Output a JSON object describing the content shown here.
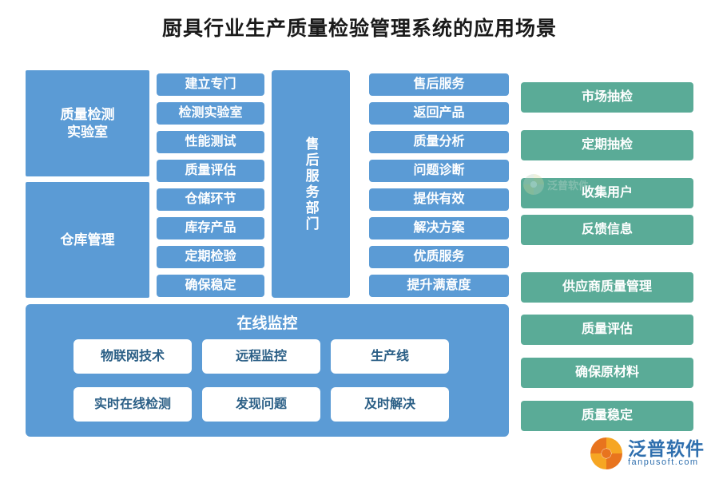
{
  "title": "厨具行业生产质量检验管理系统的应用场景",
  "colors": {
    "blue": "#5b9bd5",
    "green": "#5aab97",
    "title_text": "#1a1a1a",
    "white": "#ffffff"
  },
  "column1": {
    "head1": "质量检测\n实验室",
    "head2": "仓库管理"
  },
  "column2": {
    "items": [
      "建立专门",
      "检测实验室",
      "性能测试",
      "质量评估",
      "仓储环节",
      "库存产品",
      "定期检验",
      "确保稳定"
    ]
  },
  "column3": {
    "label": "售后服务部门"
  },
  "column4": {
    "items": [
      "售后服务",
      "返回产品",
      "质量分析",
      "问题诊断",
      "提供有效",
      "解决方案",
      "优质服务",
      "提升满意度"
    ]
  },
  "column5": {
    "group1": [
      "市场抽检",
      "定期抽检",
      "收集用户",
      "反馈信息"
    ],
    "group2": [
      "供应商质量管理",
      "质量评估",
      "确保原材料",
      "质量稳定"
    ]
  },
  "monitor": {
    "title": "在线监控",
    "items": [
      "物联网技术",
      "远程监控",
      "生产线",
      "实时在线检测",
      "发现问题",
      "及时解决"
    ]
  },
  "branding": {
    "logo_cn": "泛普软件",
    "logo_en": "fanpusoft.com",
    "watermark_text": "泛普软件"
  }
}
